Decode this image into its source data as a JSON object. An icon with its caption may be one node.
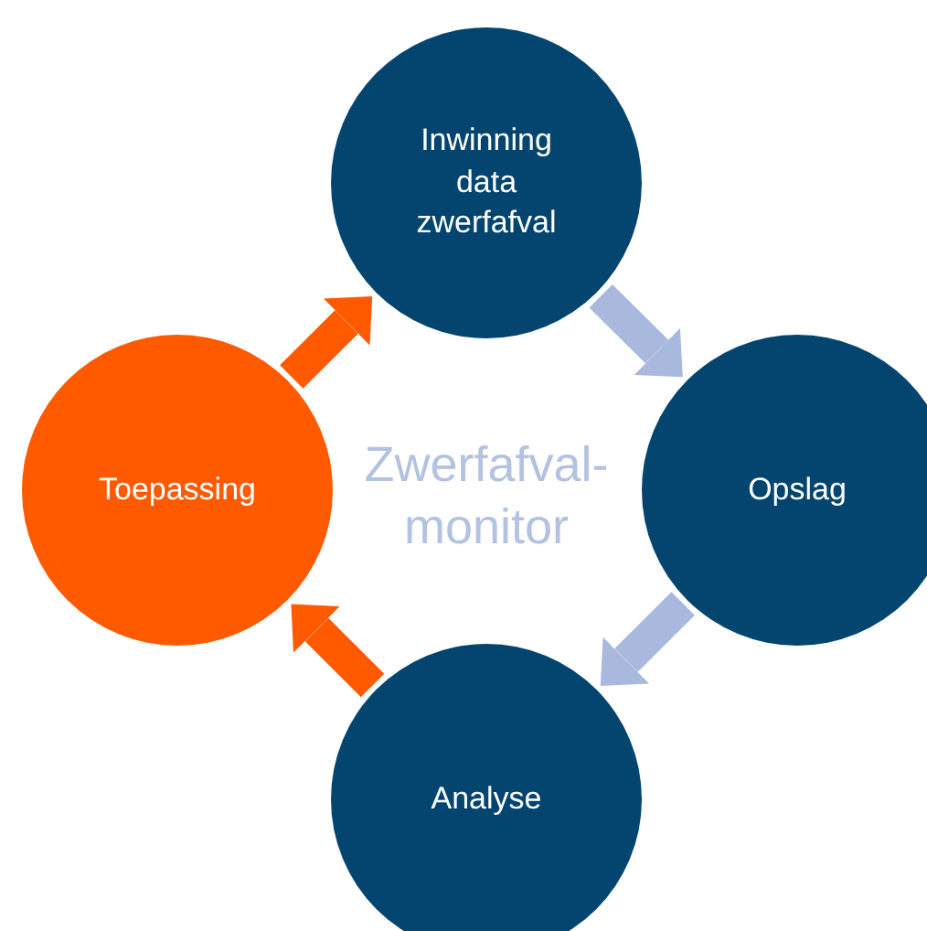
{
  "diagram": {
    "nodes": [
      {
        "text": [
          "Inwinning data zwerfafval"
        ]
      },
      {
        "text": [
          "Opslag"
        ]
      },
      {
        "text": [
          "Analyse"
        ]
      },
      {
        "text": [
          "Toepassing"
        ]
      }
    ],
    "edges": [
      {
        "from": 0,
        "to": 1,
        "arrow": "to",
        "color": "#a9b9de"
      },
      {
        "from": 1,
        "to": 2,
        "arrow": "to",
        "color": "#a9b9de"
      },
      {
        "from": 2,
        "to": 3,
        "arrow": "to",
        "color": "#ff5a00"
      },
      {
        "from": 3,
        "to": 0,
        "arrow": "to",
        "color": "#ff5a00"
      }
    ],
    "labels": [
      "Zwerfafval-monitor"
    ]
  }
}
